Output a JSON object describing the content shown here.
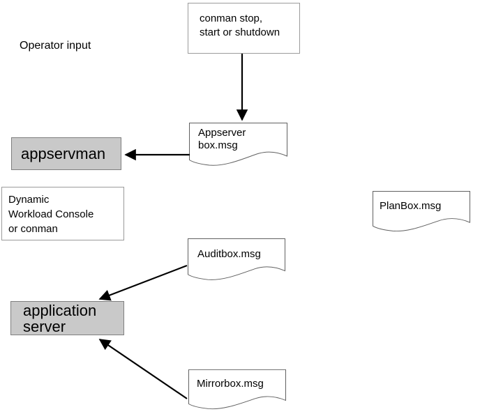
{
  "diagram": {
    "operator_input_label": "Operator input",
    "conman_box": {
      "line1": "conman stop,",
      "line2": "start or shutdown"
    },
    "appserver_doc": {
      "line1": "Appserver",
      "line2": "box.msg"
    },
    "appservman_box": {
      "label": "appservman"
    },
    "console_box": {
      "line1": "Dynamic",
      "line2": "Workload Console",
      "line3": "or conman"
    },
    "planbox_doc": {
      "label": "PlanBox.msg"
    },
    "auditbox_doc": {
      "label": "Auditbox.msg"
    },
    "application_server_box": {
      "line1": "application",
      "line2": "server"
    },
    "mirrorbox_doc": {
      "label": "Mirrorbox.msg"
    },
    "colors": {
      "gray_node_fill": "#c9c9c9",
      "gray_node_border": "#7f7f7f",
      "white_box_border": "#9a9a9a",
      "document_border": "#606060",
      "arrow": "#000000",
      "background": "#ffffff"
    }
  }
}
